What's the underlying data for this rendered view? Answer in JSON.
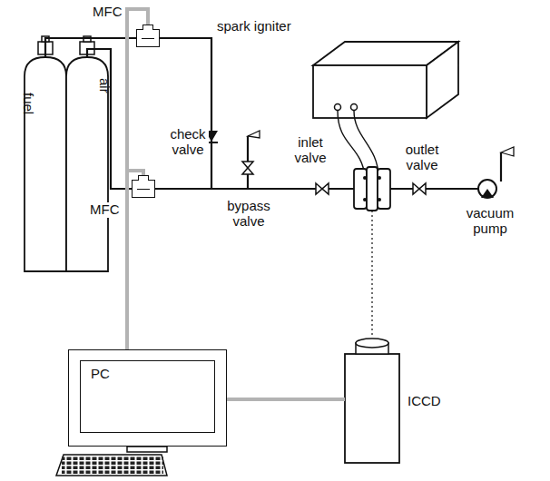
{
  "diagram": {
    "nodes": [
      {
        "text": [
          "MFC"
        ]
      },
      {
        "text": [
          "fuel"
        ]
      },
      {
        "text": [
          "air"
        ]
      },
      {
        "text": [
          "MFC"
        ]
      },
      {
        "text": [
          "PC"
        ]
      },
      {
        "text": [
          "ICCD"
        ]
      }
    ],
    "edges": [
      {
        "from": 1,
        "to": 0,
        "arrow": "none"
      },
      {
        "from": 2,
        "to": 3,
        "arrow": "none"
      },
      {
        "from": 4,
        "to": 0,
        "arrow": "none"
      },
      {
        "from": 4,
        "to": 3,
        "arrow": "none"
      },
      {
        "from": 4,
        "to": 5,
        "arrow": "none"
      }
    ],
    "labels": [
      "spark igniter",
      "check valve",
      "bypass valve",
      "inlet valve",
      "outlet valve",
      "vacuum pump"
    ]
  }
}
